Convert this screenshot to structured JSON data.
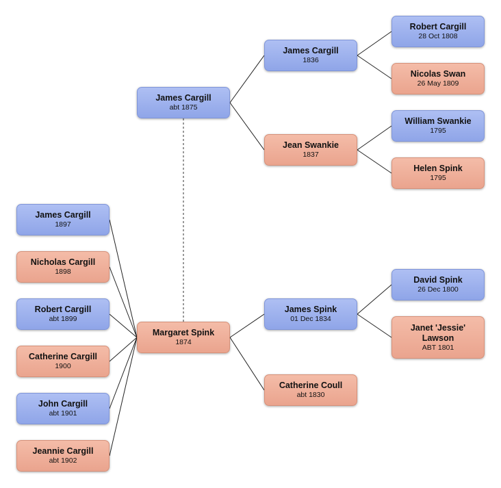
{
  "people": {
    "james_1875": {
      "name": "James Cargill",
      "date": "abt 1875",
      "gender": "male"
    },
    "margaret_1874": {
      "name": "Margaret Spink",
      "date": "1874",
      "gender": "female"
    },
    "james_1836": {
      "name": "James Cargill",
      "date": "1836",
      "gender": "male"
    },
    "jean_1837": {
      "name": "Jean Swankie",
      "date": "1837",
      "gender": "female"
    },
    "robert_1808": {
      "name": "Robert Cargill",
      "date": "28 Oct 1808",
      "gender": "male"
    },
    "nicolas_1809": {
      "name": "Nicolas Swan",
      "date": "26 May 1809",
      "gender": "female"
    },
    "william_1795": {
      "name": "William Swankie",
      "date": "1795",
      "gender": "male"
    },
    "helen_1795": {
      "name": "Helen Spink",
      "date": "1795",
      "gender": "female"
    },
    "james_spink_1834": {
      "name": "James Spink",
      "date": "01 Dec 1834",
      "gender": "male"
    },
    "catherine_coull_1830": {
      "name": "Catherine Coull",
      "date": "abt 1830",
      "gender": "female"
    },
    "david_1800": {
      "name": "David Spink",
      "date": "26 Dec 1800",
      "gender": "male"
    },
    "janet_1801": {
      "name": "Janet 'Jessie' Lawson",
      "date": "ABT 1801",
      "gender": "female"
    },
    "child_james_1897": {
      "name": "James Cargill",
      "date": "1897",
      "gender": "male"
    },
    "child_nicholas_1898": {
      "name": "Nicholas Cargill",
      "date": "1898",
      "gender": "female"
    },
    "child_robert_1899": {
      "name": "Robert Cargill",
      "date": "abt 1899",
      "gender": "male"
    },
    "child_catherine_1900": {
      "name": "Catherine Cargill",
      "date": "1900",
      "gender": "female"
    },
    "child_john_1901": {
      "name": "John Cargill",
      "date": "abt 1901",
      "gender": "male"
    },
    "child_jeannie_1902": {
      "name": "Jeannie Cargill",
      "date": "abt 1902",
      "gender": "female"
    }
  },
  "colors": {
    "male_top": "#aebff3",
    "male_bottom": "#8fa5e8",
    "female_top": "#f4bca8",
    "female_bottom": "#eaa48e",
    "line": "#222222",
    "marriage_line": "#555555"
  }
}
